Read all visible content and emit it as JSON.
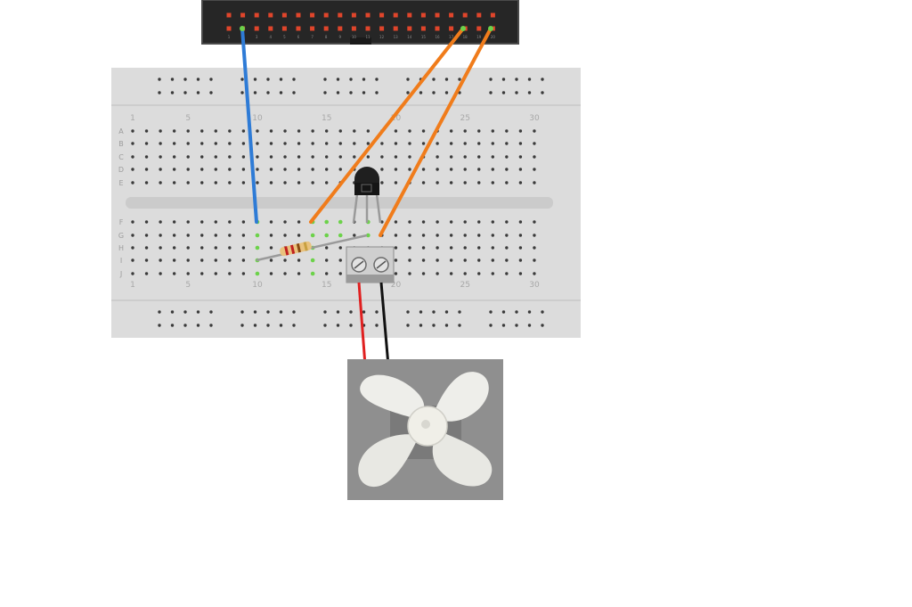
{
  "breadboard": {
    "columns": [
      "1",
      "5",
      "10",
      "15",
      "20",
      "25",
      "30"
    ],
    "rows_top": [
      "A",
      "B",
      "C",
      "D",
      "E"
    ],
    "rows_bottom": [
      "F",
      "G",
      "H",
      "I",
      "J"
    ]
  },
  "header": {
    "pins": [
      "1",
      "2",
      "3",
      "4",
      "5",
      "6",
      "7",
      "8",
      "9",
      "10",
      "11",
      "12",
      "13",
      "14",
      "15",
      "16",
      "17",
      "18",
      "19",
      "20"
    ]
  },
  "wires": {
    "blue": "#2e7bd6",
    "orange": "#f07c1b",
    "red": "#e02020",
    "black": "#111111",
    "lead": "#9a9a9a"
  },
  "colors": {
    "board": "#dcdcdc",
    "hole": "#3a3a3a",
    "connected_hole": "#6cd24a",
    "header_body": "#222222",
    "header_pin": "#e0452b"
  }
}
